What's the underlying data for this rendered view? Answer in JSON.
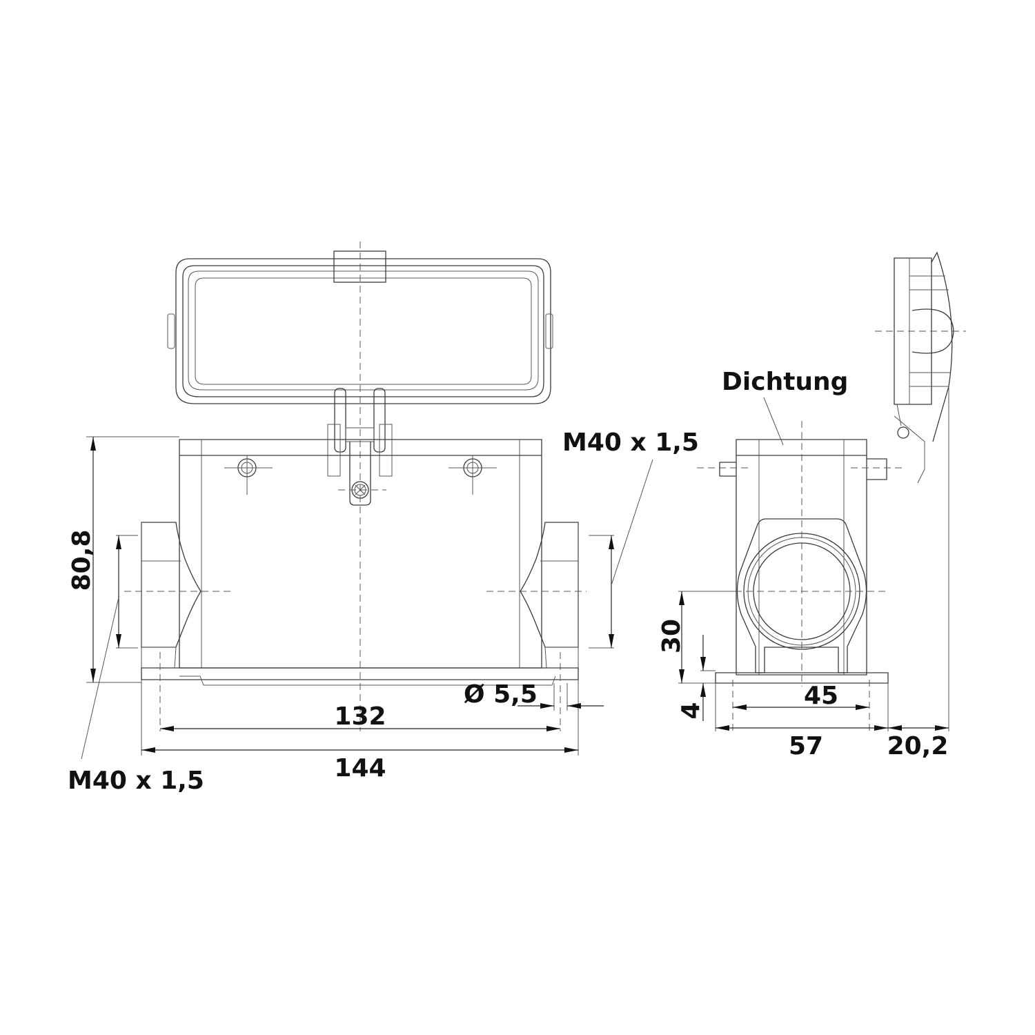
{
  "drawing": {
    "title": "Connector housing dimensional drawing",
    "views": [
      "front-view",
      "side-view"
    ],
    "line_color": "#3a3a3a",
    "text_color": "#111111"
  },
  "front_view": {
    "height_label": "80,8",
    "thread_left_label": "M40 x 1,5",
    "thread_right_label": "M40 x 1,5",
    "hole_diameter_label": "Ø 5,5",
    "hole_spacing_label": "132",
    "overall_width_label": "144"
  },
  "side_view": {
    "seal_label": "Dichtung",
    "entry_height_label": "30",
    "flange_thickness_label": "4",
    "hole_spacing_label": "45",
    "base_width_label": "57",
    "lid_offset_label": "20,2"
  }
}
